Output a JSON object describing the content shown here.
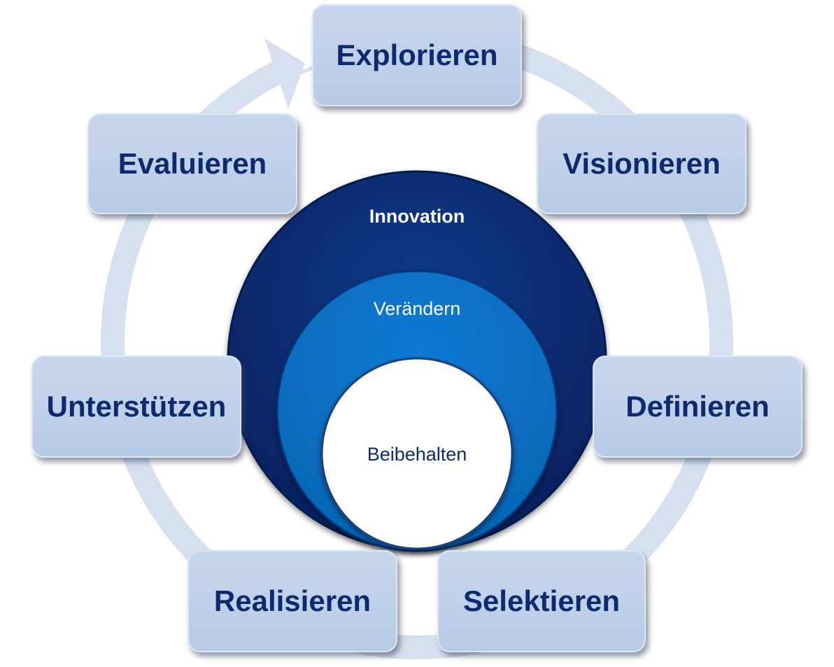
{
  "steps": {
    "explorieren": "Explorieren",
    "visionieren": "Visionieren",
    "definieren": "Definieren",
    "selektieren": "Selektieren",
    "realisieren": "Realisieren",
    "unterstuetzen": "Unterstützen",
    "evaluieren": "Evaluieren"
  },
  "core": {
    "outer": "Innovation",
    "middle": "Verändern",
    "inner": "Beibehalten"
  },
  "colors": {
    "cycle_ring": "#d6e0f0",
    "box_fill": "#bfd0e9",
    "box_text": "#0e2a6e",
    "outer_circle": "#0a2a74",
    "middle_circle": "#0a72c6",
    "inner_circle": "#ffffff"
  }
}
